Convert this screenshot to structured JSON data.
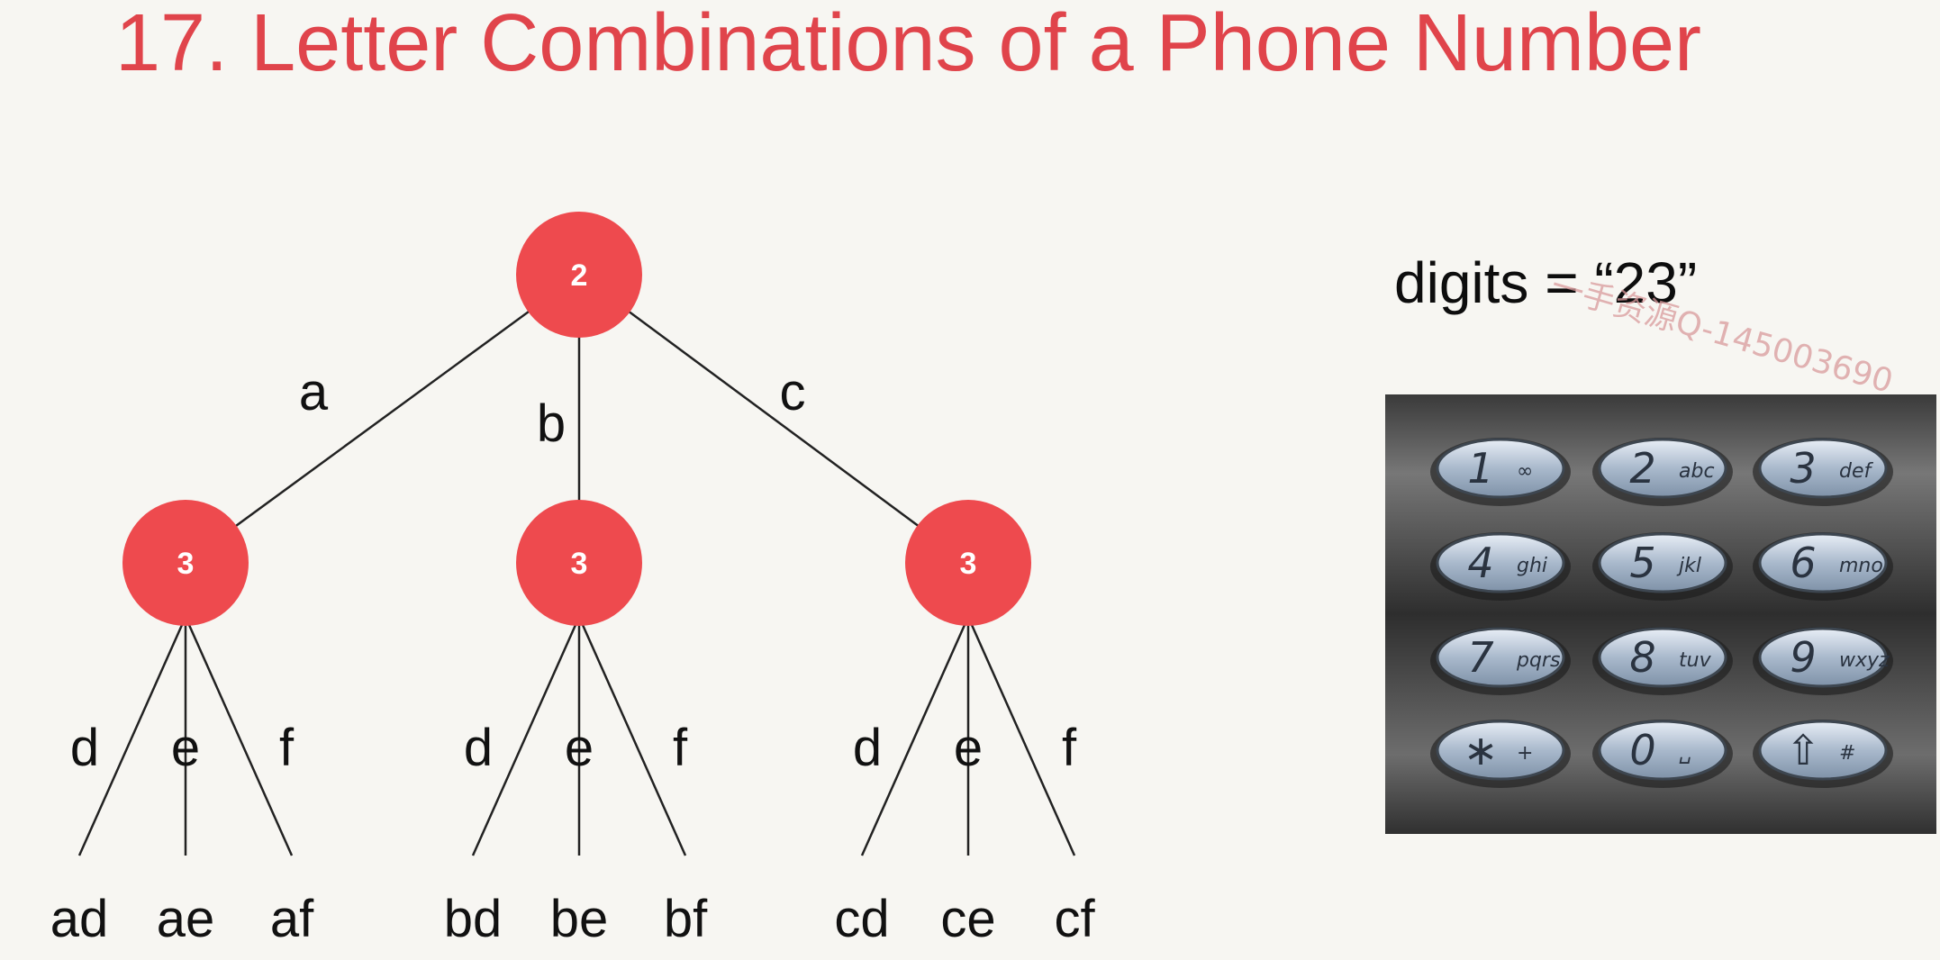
{
  "title": "17. Letter Combinations of a Phone Number",
  "digits_label": "digits = “23”",
  "watermark": "一手资源Q-145003690",
  "tree": {
    "root": "2",
    "children": [
      {
        "edge": "a",
        "node": "3",
        "leaves": [
          {
            "edge": "d",
            "label": "ad"
          },
          {
            "edge": "e",
            "label": "ae"
          },
          {
            "edge": "f",
            "label": "af"
          }
        ]
      },
      {
        "edge": "b",
        "node": "3",
        "leaves": [
          {
            "edge": "d",
            "label": "bd"
          },
          {
            "edge": "e",
            "label": "be"
          },
          {
            "edge": "f",
            "label": "bf"
          }
        ]
      },
      {
        "edge": "c",
        "node": "3",
        "leaves": [
          {
            "edge": "d",
            "label": "cd"
          },
          {
            "edge": "e",
            "label": "ce"
          },
          {
            "edge": "f",
            "label": "cf"
          }
        ]
      }
    ]
  },
  "keypad": [
    {
      "digit": "1",
      "letters": "∞"
    },
    {
      "digit": "2",
      "letters": "abc"
    },
    {
      "digit": "3",
      "letters": "def"
    },
    {
      "digit": "4",
      "letters": "ghi"
    },
    {
      "digit": "5",
      "letters": "jkl"
    },
    {
      "digit": "6",
      "letters": "mno"
    },
    {
      "digit": "7",
      "letters": "pqrs"
    },
    {
      "digit": "8",
      "letters": "tuv"
    },
    {
      "digit": "9",
      "letters": "wxyz"
    },
    {
      "digit": "∗",
      "letters": "+"
    },
    {
      "digit": "0",
      "letters": "␣"
    },
    {
      "digit": "⇧",
      "letters": "#"
    }
  ],
  "colors": {
    "title": "#e0444b",
    "node_fill": "#ee4a4e",
    "background": "#f7f6f2"
  }
}
